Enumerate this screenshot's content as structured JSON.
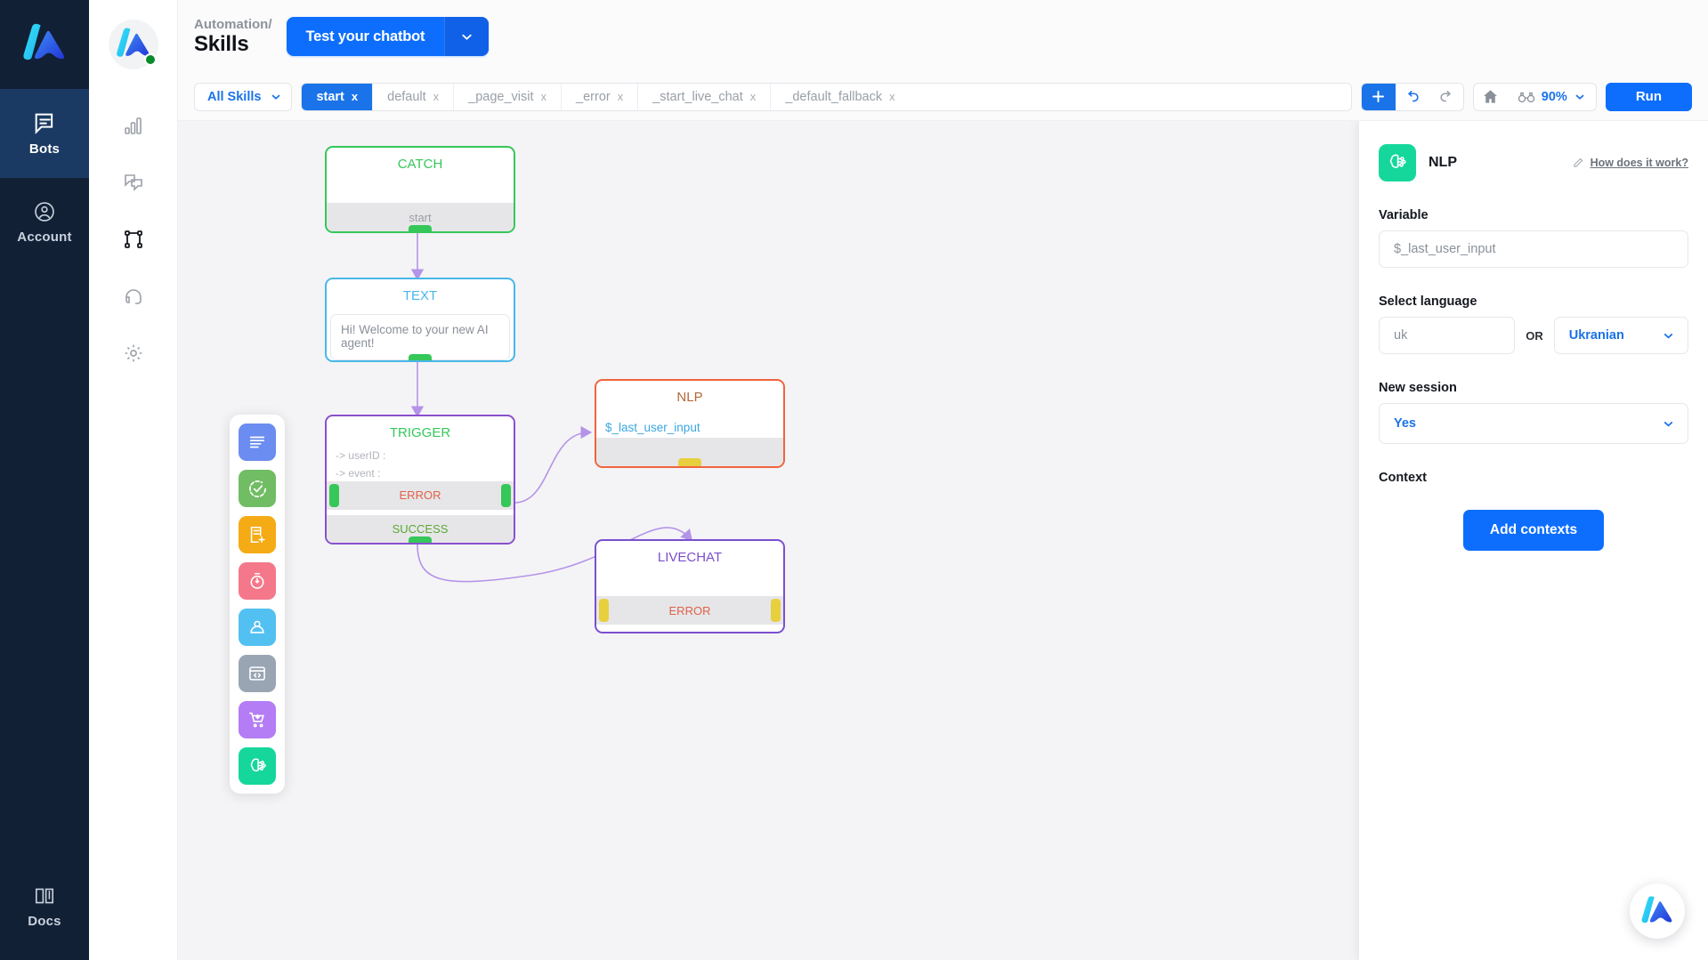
{
  "rail": {
    "logo_icon": "app-logo-icon",
    "items": [
      {
        "label": "Bots",
        "icon": "chat-bubble-icon",
        "active": true
      },
      {
        "label": "Account",
        "icon": "user-circle-icon",
        "active": false
      }
    ],
    "bottom": {
      "label": "Docs",
      "icon": "book-info-icon"
    }
  },
  "rail2": {
    "logo_icon": "app-logo-status-icon",
    "icons": [
      "analytics-bars-icon",
      "conversations-icon",
      "flow-nodes-icon",
      "support-headset-icon",
      "gear-icon"
    ]
  },
  "header": {
    "breadcrumb_parent": "Automation/",
    "title": "Skills",
    "test_button": "Test your chatbot",
    "test_button_caret": "chevron-down-icon"
  },
  "toolbar": {
    "all_skills": "All Skills",
    "all_skills_caret": "chevron-down-icon",
    "tabs": [
      {
        "label": "start",
        "close": "x",
        "active": true
      },
      {
        "label": "default",
        "close": "x",
        "active": false
      },
      {
        "label": "_page_visit",
        "close": "x",
        "active": false
      },
      {
        "label": "_error",
        "close": "x",
        "active": false
      },
      {
        "label": "_start_live_chat",
        "close": "x",
        "active": false
      },
      {
        "label": "_default_fallback",
        "close": "x",
        "active": false
      }
    ],
    "add_icon": "plus-icon",
    "undo_icon": "undo-arrow-icon",
    "redo_icon": "redo-arrow-icon",
    "home_icon": "home-icon",
    "zoom_icon": "binoculars-icon",
    "zoom_level": "90%",
    "zoom_caret": "chevron-down-icon",
    "run_button": "Run"
  },
  "palette": {
    "tiles": [
      {
        "name": "text-block-icon",
        "color": "#6b8cf0"
      },
      {
        "name": "check-circle-icon",
        "color": "#70bd63"
      },
      {
        "name": "form-add-icon",
        "color": "#f5ab15"
      },
      {
        "name": "timer-icon",
        "color": "#f4788a"
      },
      {
        "name": "contact-person-icon",
        "color": "#53c0f2"
      },
      {
        "name": "code-window-icon",
        "color": "#9aa5b4"
      },
      {
        "name": "cart-add-icon",
        "color": "#b47cf5"
      },
      {
        "name": "nlp-brain-icon",
        "color": "#16d79b"
      }
    ]
  },
  "canvas": {
    "nodes": [
      {
        "id": "catch",
        "title": "CATCH",
        "port_label": "start",
        "accent": "#35c75a"
      },
      {
        "id": "text",
        "title": "TEXT",
        "message": "Hi! Welcome to your new AI agent!",
        "accent": "#49b7e8"
      },
      {
        "id": "trigger",
        "title": "TRIGGER",
        "fields": [
          "-> userID :",
          "-> event :"
        ],
        "port_error": "ERROR",
        "port_success": "SUCCESS",
        "accent": "#8a4fcf"
      },
      {
        "id": "nlp",
        "title": "NLP",
        "variable": "$_last_user_input",
        "accent": "#f0643c"
      },
      {
        "id": "livechat",
        "title": "LIVECHAT",
        "port_error": "ERROR",
        "accent": "#7b4fd0"
      }
    ]
  },
  "panel": {
    "icon": "nlp-brain-icon",
    "title": "NLP",
    "help_icon": "pencil-icon",
    "help_link": "How does it work?",
    "variable_label": "Variable",
    "variable_value": "$_last_user_input",
    "language_label": "Select language",
    "language_code": "uk",
    "or": "OR",
    "language_name": "Ukranian",
    "language_caret": "chevron-down-icon",
    "session_label": "New session",
    "session_value": "Yes",
    "session_caret": "chevron-down-icon",
    "context_label": "Context",
    "add_contexts_button": "Add contexts"
  },
  "chat_bubble": {
    "icon": "app-logo-icon"
  },
  "colors": {
    "brand_blue": "#0d6efd",
    "accent_blue": "#1a73e8",
    "rail_dark": "#122036",
    "rail_active": "#1b3a63",
    "green": "#35c75a",
    "teal": "#16d79b",
    "orange": "#f0643c",
    "purple": "#7b4fd0",
    "yellow": "#e8cf3e",
    "edge": "#b494e8"
  }
}
